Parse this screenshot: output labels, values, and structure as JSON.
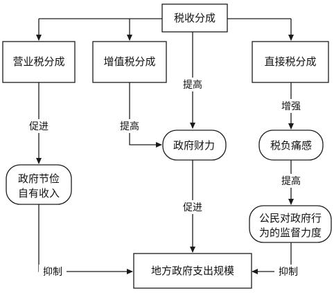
{
  "nodes": {
    "tax_sharing": "税收分成",
    "business_tax": "营业税分成",
    "vat": "增值税分成",
    "direct_tax": "直接税分成",
    "gov_savings_line1": "政府节俭",
    "gov_savings_line2": "自有收入",
    "gov_finance": "政府财力",
    "tax_pain": "税负痛感",
    "supervision_line1": "公民对政府行",
    "supervision_line2": "为的监督力度",
    "local_spending": "地方政府支出规模"
  },
  "edges": {
    "promote_1": "促进",
    "raise_1": "提高",
    "raise_2": "提高",
    "strengthen": "增强",
    "raise_3": "提高",
    "promote_2": "促进",
    "restrain_1": "抑制",
    "restrain_2": "抑制"
  }
}
